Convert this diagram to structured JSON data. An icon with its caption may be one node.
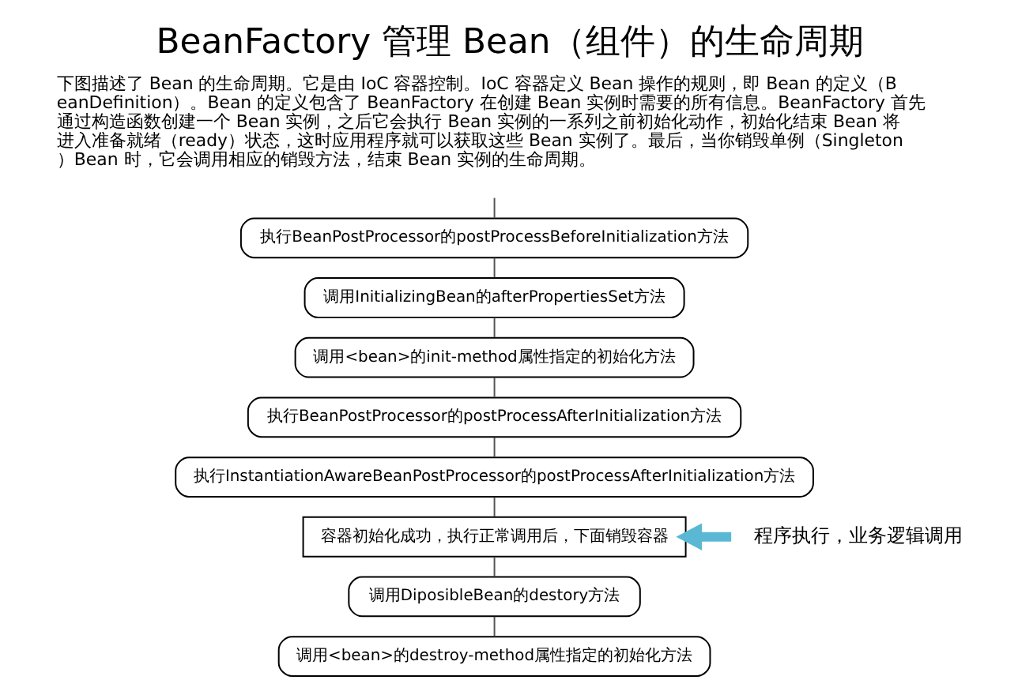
{
  "diagram": {
    "title": "BeanFactory 管理 Bean（组件）的生命周期",
    "nodes": [
      {
        "text": [
          "执行BeanPostProcessor的postProcessBeforeInitialization方法"
        ]
      },
      {
        "text": [
          "调用InitializingBean的afterPropertiesSet方法"
        ]
      },
      {
        "text": [
          "调用<bean>的init-method属性指定的初始化方法"
        ]
      },
      {
        "text": [
          "执行BeanPostProcessor的postProcessAfterInitialization方法"
        ]
      },
      {
        "text": [
          "执行InstantiationAwareBeanPostProcessor的postProcessAfterInitialization方法"
        ]
      },
      {
        "text": [
          "容器初始化成功，执行正常调用后，下面销毁容器"
        ]
      },
      {
        "text": [
          "调用DiposibleBean的destory方法"
        ]
      },
      {
        "text": [
          "调用<bean>的destroy-method属性指定的初始化方法"
        ]
      },
      {
        "text": [
          "程序执行，业务逻辑调用"
        ]
      }
    ],
    "edges": [
      {
        "from": null,
        "to": 0,
        "arrow": "none"
      },
      {
        "from": 0,
        "to": 1,
        "arrow": "none"
      },
      {
        "from": 1,
        "to": 2,
        "arrow": "none"
      },
      {
        "from": 2,
        "to": 3,
        "arrow": "none"
      },
      {
        "from": 3,
        "to": 4,
        "arrow": "none"
      },
      {
        "from": 4,
        "to": 5,
        "arrow": "none"
      },
      {
        "from": 5,
        "to": 6,
        "arrow": "none"
      },
      {
        "from": 6,
        "to": 7,
        "arrow": "none"
      },
      {
        "from": 8,
        "to": 5,
        "arrow": "to",
        "style": "thick",
        "color": "#5bb8d4"
      }
    ],
    "labels": [
      "下图描述了 Bean 的生命周期。它是由 IoC 容器控制。IoC 容器定义 Bean 操作的规则，即 Bean 的定义（BeanDefinition）。Bean 的定义包含了 BeanFactory 在创建 Bean 实例时需要的所有信息。BeanFactory 首先通过构造函数创建一个 Bean 实例，之后它会执行 Bean 实例的一系列之前初始化动作，初始化结束 Bean 将进入准备就绪（ready）状态，这时应用程序就可以获取这些 Bean 实例了。最后，当你销毁单例（Singleton）Bean 时，它会调用相应的销毁方法，结束 Bean 实例的生命周期。"
    ]
  }
}
